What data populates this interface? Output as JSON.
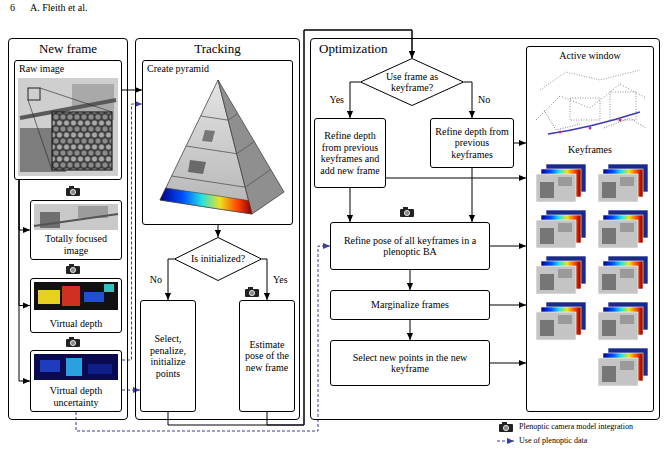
{
  "diagram": {
    "nodes": [
      {
        "text": [
          "New frame"
        ]
      },
      {
        "text": [
          "Raw image"
        ],
        "in": 0
      },
      {
        "text": [
          "Totally focused image"
        ],
        "in": 0
      },
      {
        "text": [
          "Virtual depth"
        ],
        "in": 0
      },
      {
        "text": [
          "Virtual depth uncertainty"
        ],
        "in": 0
      },
      {
        "text": [
          "Tracking"
        ]
      },
      {
        "text": [
          "Create pyramid"
        ],
        "in": 5
      },
      {
        "text": [
          "Is initialized?"
        ],
        "in": 5
      },
      {
        "text": [
          "Select, penalize, initialize points"
        ],
        "in": 5
      },
      {
        "text": [
          "Estimate pose of the new frame"
        ],
        "in": 5
      },
      {
        "text": [
          "Optimization"
        ]
      },
      {
        "text": [
          "Use frame as keyframe?"
        ],
        "in": 10
      },
      {
        "text": [
          "Refine depth from previous keyframes and add new frame"
        ],
        "in": 10
      },
      {
        "text": [
          "Refine depth from previous keyframes"
        ],
        "in": 10
      },
      {
        "text": [
          "Refine pose of all keyframes in a plenoptic BA"
        ],
        "in": 10
      },
      {
        "text": [
          "Marginalize frames"
        ],
        "in": 10
      },
      {
        "text": [
          "Select new points in the new keyframe"
        ],
        "in": 10
      },
      {
        "text": [
          "Active window",
          "Keyframes"
        ],
        "in": 10
      }
    ],
    "edges": [
      {
        "from": 1,
        "to": 2,
        "arrow": "to"
      },
      {
        "from": 1,
        "to": 3,
        "arrow": "to"
      },
      {
        "from": 1,
        "to": 4,
        "arrow": "to"
      },
      {
        "from": 1,
        "to": 6,
        "arrow": "to"
      },
      {
        "from": 4,
        "to": 6,
        "arrow": "to"
      },
      {
        "from": 4,
        "to": 8,
        "arrow": "to"
      },
      {
        "from": 4,
        "to": 14,
        "arrow": "to"
      },
      {
        "from": 6,
        "to": 7,
        "arrow": "to"
      },
      {
        "from": 7,
        "to": 8,
        "label": "No",
        "arrow": "to"
      },
      {
        "from": 7,
        "to": 9,
        "label": "Yes",
        "arrow": "to"
      },
      {
        "from": 8,
        "to": 11,
        "arrow": "to"
      },
      {
        "from": 9,
        "to": 11,
        "arrow": "to"
      },
      {
        "from": 11,
        "to": 12,
        "label": "Yes",
        "arrow": "to"
      },
      {
        "from": 11,
        "to": 13,
        "label": "No",
        "arrow": "to"
      },
      {
        "from": 12,
        "to": 14,
        "arrow": "to"
      },
      {
        "from": 13,
        "to": 14,
        "arrow": "to"
      },
      {
        "from": 13,
        "to": 17,
        "arrow": "to"
      },
      {
        "from": 12,
        "to": 17,
        "arrow": "to"
      },
      {
        "from": 14,
        "to": 15,
        "arrow": "to"
      },
      {
        "from": 15,
        "to": 16,
        "arrow": "to"
      },
      {
        "from": 14,
        "to": 17,
        "arrow": "to"
      },
      {
        "from": 15,
        "to": 17,
        "arrow": "to"
      },
      {
        "from": 16,
        "to": 17,
        "arrow": "to"
      }
    ],
    "labels": [
      "6",
      "A. Fleith et al."
    ],
    "legend": [
      {
        "text": "Plenoptic camera model integration"
      },
      {
        "text": "Use of plenoptic data"
      }
    ]
  }
}
